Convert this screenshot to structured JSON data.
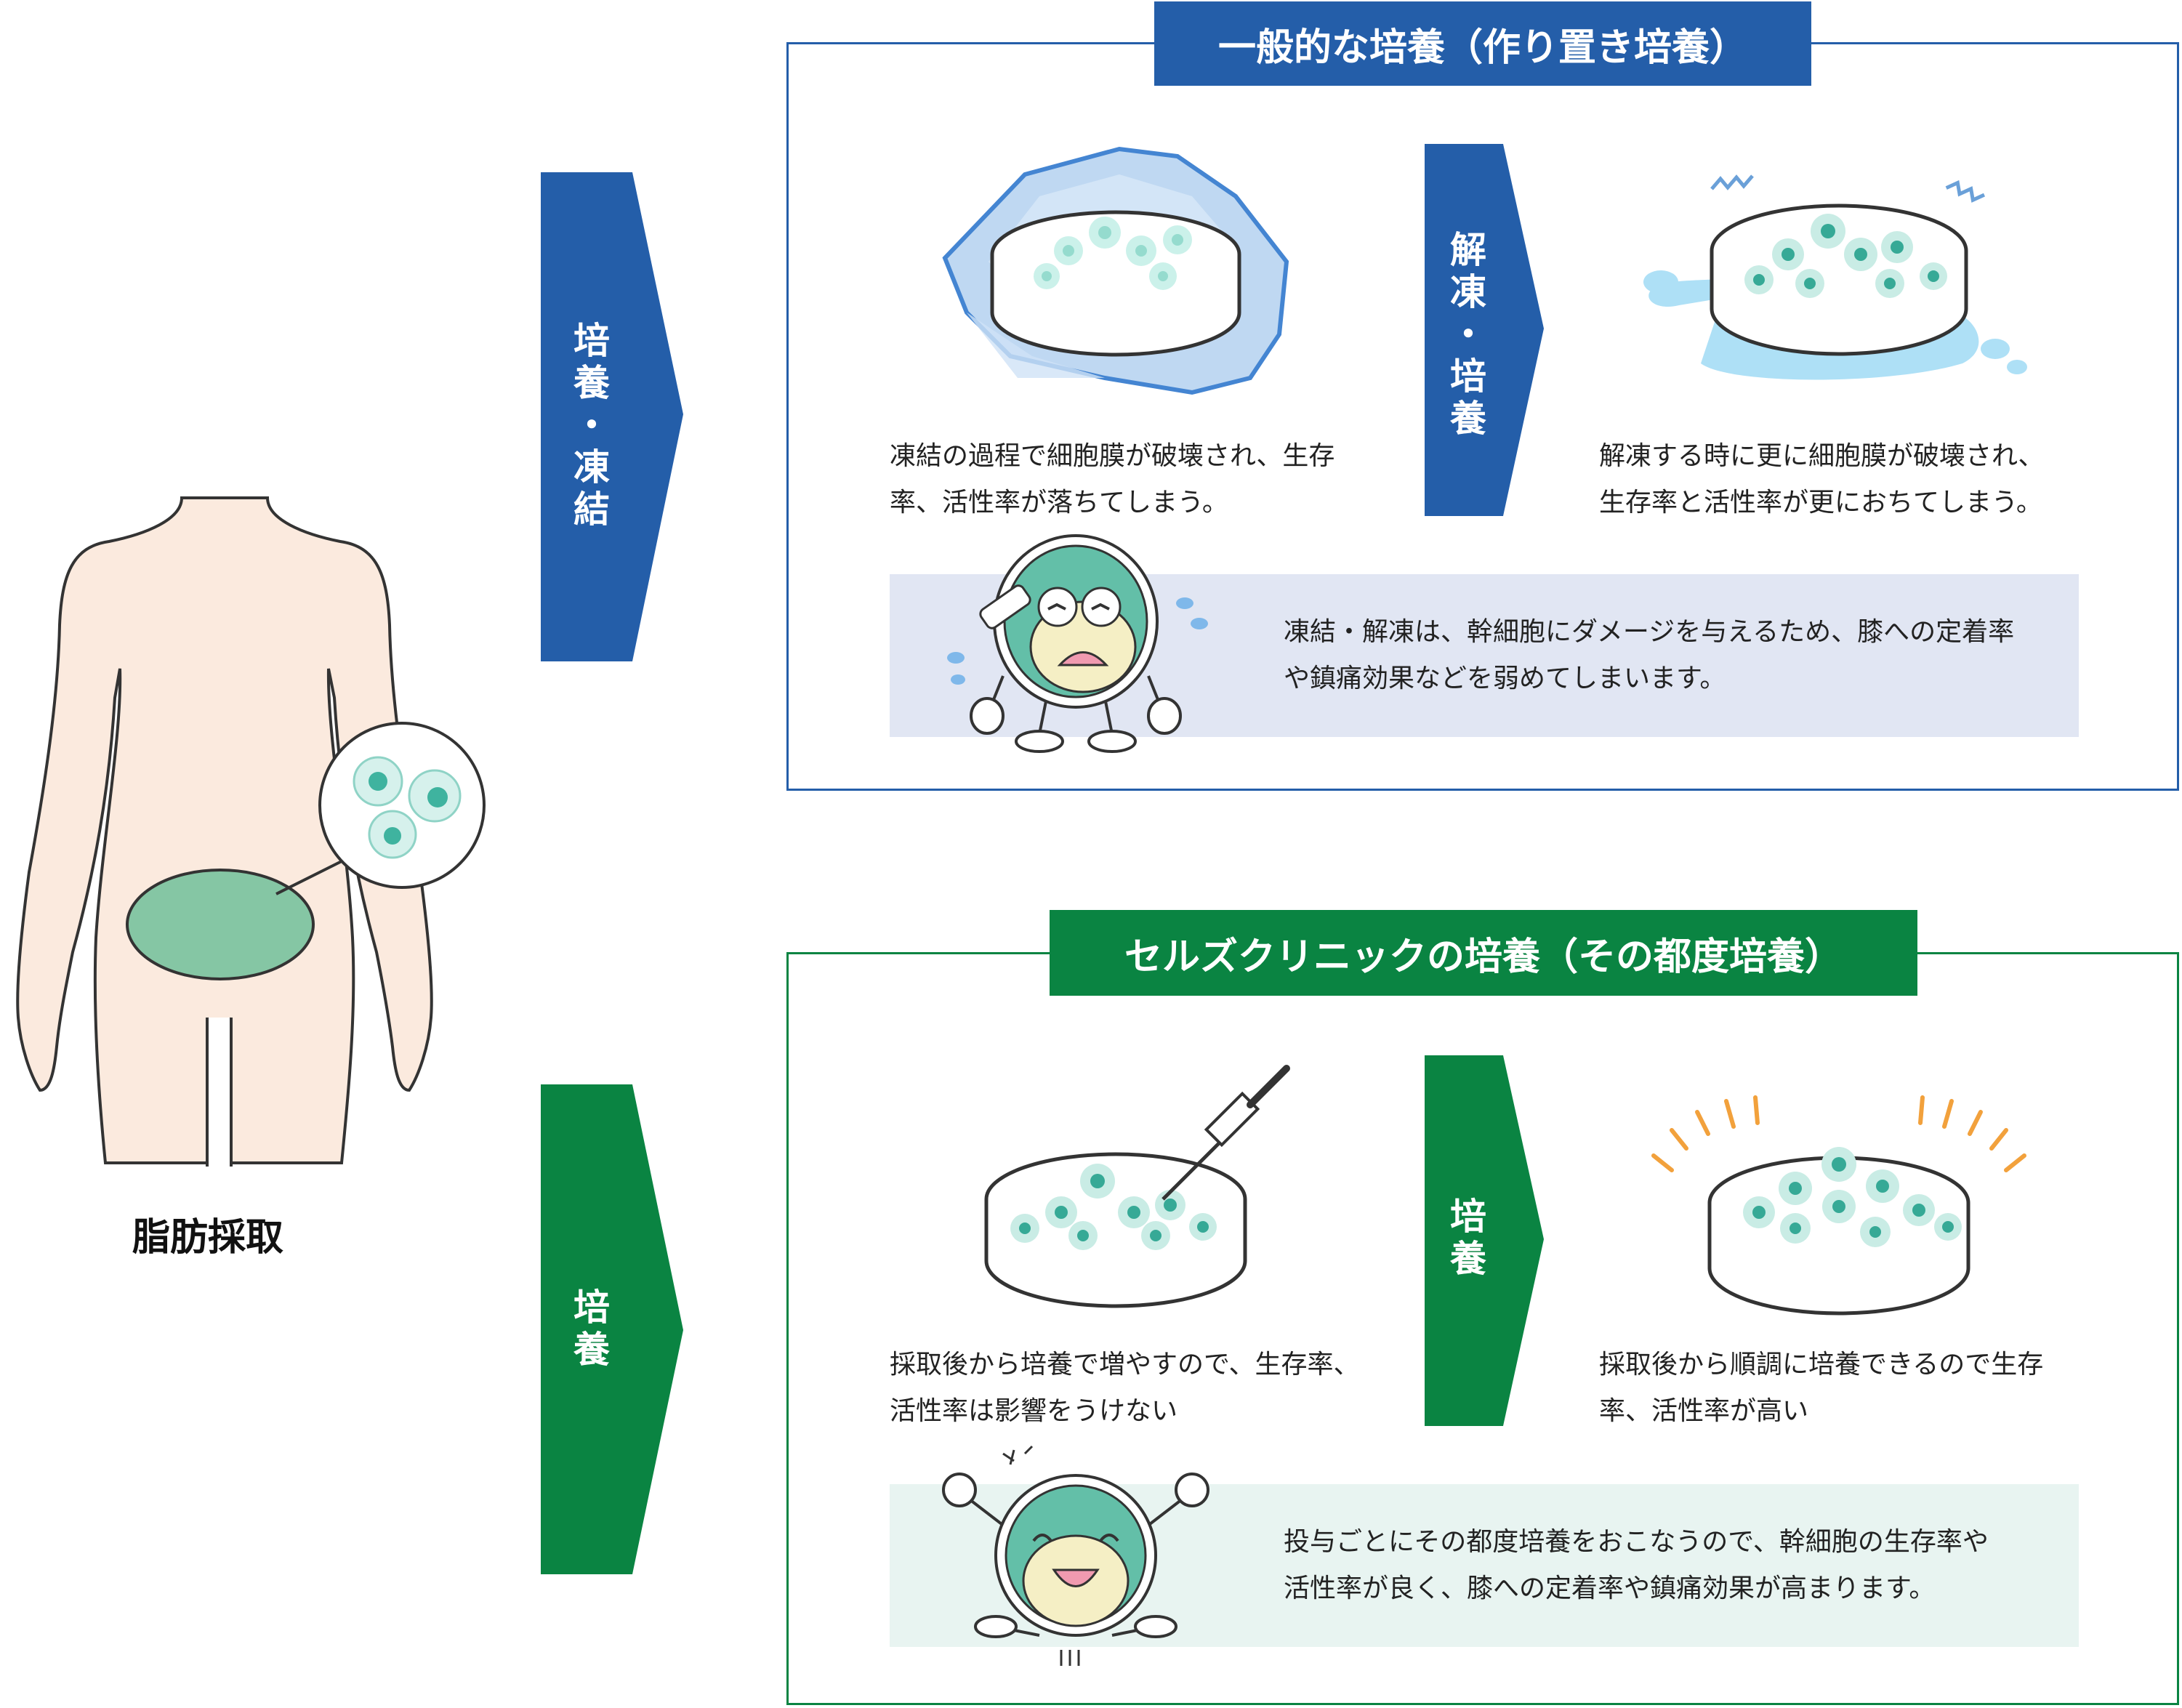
{
  "colors": {
    "blue": "#245ea9",
    "green": "#0a8442",
    "blue_panel": "#e1e6f3",
    "green_panel": "#e8f4f1",
    "skin": "#fbeade",
    "cell": "#6cc4b4"
  },
  "left": {
    "label": "脂肪採取"
  },
  "arrows": {
    "top_left": "培\n養\n・\n凍\n結",
    "top_mid": "解\n凍\n・\n培\n養",
    "bottom_left": "培\n養",
    "bottom_mid": "培\n養"
  },
  "section_top": {
    "title": "一般的な培養（作り置き培養）",
    "step1_line1": "凍結の過程で細胞膜が破壊され、生存",
    "step1_line2": "率、活性率が落ちてしまう。",
    "step2_line1": "解凍する時に更に細胞膜が破壊され、",
    "step2_line2": "生存率と活性率が更におちてしまう。",
    "note_line1": "凍結・解凍は、幹細胞にダメージを与えるため、膝への定着率",
    "note_line2": "や鎮痛効果などを弱めてしまいます。"
  },
  "section_bottom": {
    "title": "セルズクリニックの培養（その都度培養）",
    "step1_line1": "採取後から培養で増やすので、生存率、",
    "step1_line2": "活性率は影響をうけない",
    "step2_line1": "採取後から順調に培養できるので生存",
    "step2_line2": "率、活性率が高い",
    "note_line1": "投与ごとにその都度培養をおこなうので、幹細胞の生存率や",
    "note_line2": "活性率が良く、膝への定着率や鎮痛効果が高まります。"
  }
}
